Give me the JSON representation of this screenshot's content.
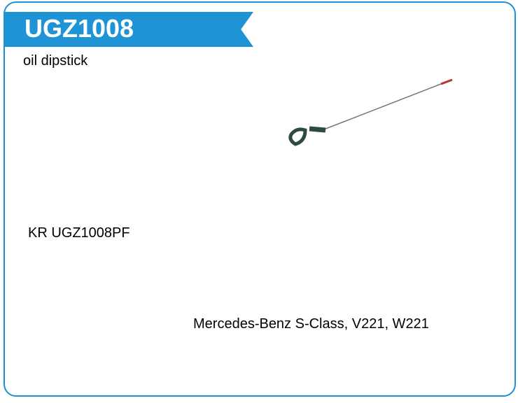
{
  "header": {
    "code": "UGZ1008"
  },
  "product": {
    "name": "oil dipstick",
    "reference": "KR UGZ1008PF",
    "application": "Mercedes-Benz S-Class, V221, W221"
  },
  "colors": {
    "accent": "#1e93d6"
  }
}
